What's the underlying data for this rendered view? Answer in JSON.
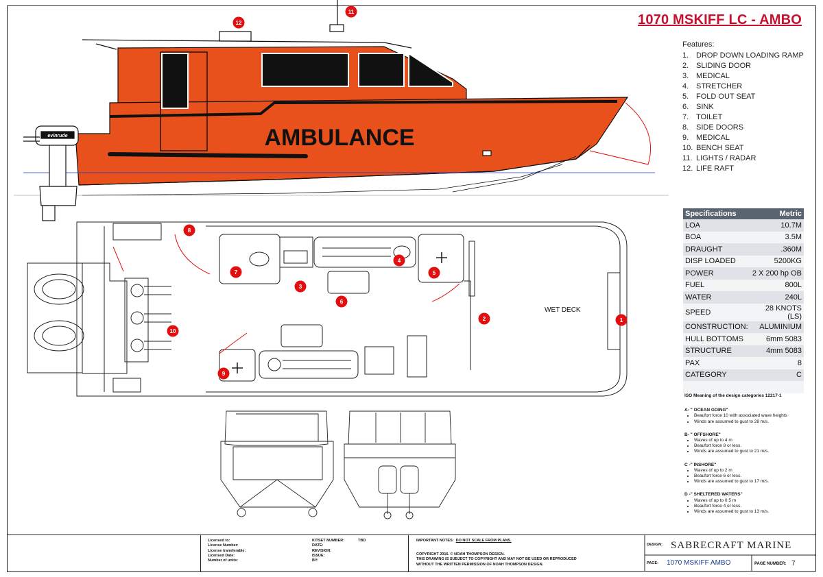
{
  "title": "1070 MSKIFF LC - AMBO",
  "hull_text": "AMBULANCE",
  "features": {
    "heading": "Features:",
    "items": [
      {
        "num": "1.",
        "label": "DROP DOWN LOADING RAMP"
      },
      {
        "num": "2.",
        "label": "SLIDING DOOR"
      },
      {
        "num": "3.",
        "label": "MEDICAL"
      },
      {
        "num": "4.",
        "label": "STRETCHER"
      },
      {
        "num": "5.",
        "label": "FOLD OUT SEAT"
      },
      {
        "num": "6.",
        "label": "SINK"
      },
      {
        "num": "7.",
        "label": "TOILET"
      },
      {
        "num": "8.",
        "label": "SIDE DOORS"
      },
      {
        "num": "9.",
        "label": "MEDICAL"
      },
      {
        "num": "10.",
        "label": "BENCH SEAT"
      },
      {
        "num": "11.",
        "label": "LIGHTS / RADAR"
      },
      {
        "num": "12.",
        "label": "LIFE RAFT"
      }
    ]
  },
  "specs": {
    "header_label": "Specifications",
    "header_value": "Metric",
    "rows": [
      {
        "label": "LOA",
        "value": "10.7M"
      },
      {
        "label": "BOA",
        "value": "3.5M"
      },
      {
        "label": "DRAUGHT",
        "value": ".360M"
      },
      {
        "label": "DISP LOADED",
        "value": "5200KG"
      },
      {
        "label": "POWER",
        "value": "2 X 200 hp  OB"
      },
      {
        "label": "FUEL",
        "value": "800L"
      },
      {
        "label": "WATER",
        "value": "240L"
      },
      {
        "label": "SPEED",
        "value": "28 KNOTS (LS)"
      },
      {
        "label": "CONSTRUCTION:",
        "value": "ALUMINIUM"
      },
      {
        "label": "HULL BOTTOMS",
        "value": "6mm 5083"
      },
      {
        "label": "STRUCTURE",
        "value": "4mm 5083"
      },
      {
        "label": "PAX",
        "value": "8"
      },
      {
        "label": "CATEGORY",
        "value": "C"
      },
      {
        "label": "",
        "value": ""
      }
    ]
  },
  "iso": {
    "title": "ISO Meaning of the design categories 12217-1",
    "categories": [
      {
        "heading": "A- \" OCEAN GOING\"",
        "bullets": [
          "Beaufort force 10 with associated wave heights",
          "Winds are assumed to gust to 28 m/s."
        ]
      },
      {
        "heading": "B- \" OFFSHORE\"",
        "bullets": [
          "Waves of up to 4 m",
          "Beaufort force 8 or less.",
          "Winds are assumed to gust to 21 m/s."
        ]
      },
      {
        "heading": "C -\" INSHORE\"",
        "bullets": [
          "Waves of up to 2 m",
          "Beaufort force 6 or less.",
          "Winds are assumed to gust to 17 m/s."
        ]
      },
      {
        "heading": "D -\" SHELTERED WATERS\"",
        "bullets": [
          "Waves of up to 0.5 m",
          "Beaufort force 4 or less.",
          "Winds are assumed to gust to 13 m/s."
        ]
      }
    ]
  },
  "plan_labels": {
    "wet_deck": "WET DECK"
  },
  "markers": [
    "1",
    "2",
    "3",
    "4",
    "5",
    "6",
    "7",
    "8",
    "9",
    "10",
    "11",
    "12"
  ],
  "outboard_brand": "evinrude",
  "title_block": {
    "license_labels": [
      "Licensed to:",
      "License Number:",
      "License transferable:",
      "Licensed Date:",
      "Number of units:"
    ],
    "kitset_labels": [
      "KITSET NUMBER:",
      "DATE:",
      "REVISION:",
      "ISSUE:",
      "BY:"
    ],
    "kitset_value": "TBD",
    "important_label": "IMPORTANT NOTES:",
    "important_value": "DO NOT SCALE FROM PLANS.",
    "copyright": [
      "COPYRIGHT 2016.  ©  NOAH THOMPSON DESIGN.",
      "THIS DRAWING IS SUBJECT TO COPYRIGHT AND MAY NOT BE USED OR REPRODUCED",
      "WITHOUT THE WRITTEN PERMISSION OF NOAH THOMPSON DESIGN."
    ],
    "design_label": "DESIGN:",
    "brand": "SABRECRAFT MARINE",
    "page_label": "PAGE:",
    "page_name": "1070 MSKIFF AMBO",
    "page_number_label": "PAGE NUMBER:",
    "page_number": "7"
  },
  "colors": {
    "hull": "#e8501c",
    "marker": "#e01010",
    "title": "#c8102e",
    "spec_header": "#5a6470",
    "waterline": "#1a2fd6"
  }
}
